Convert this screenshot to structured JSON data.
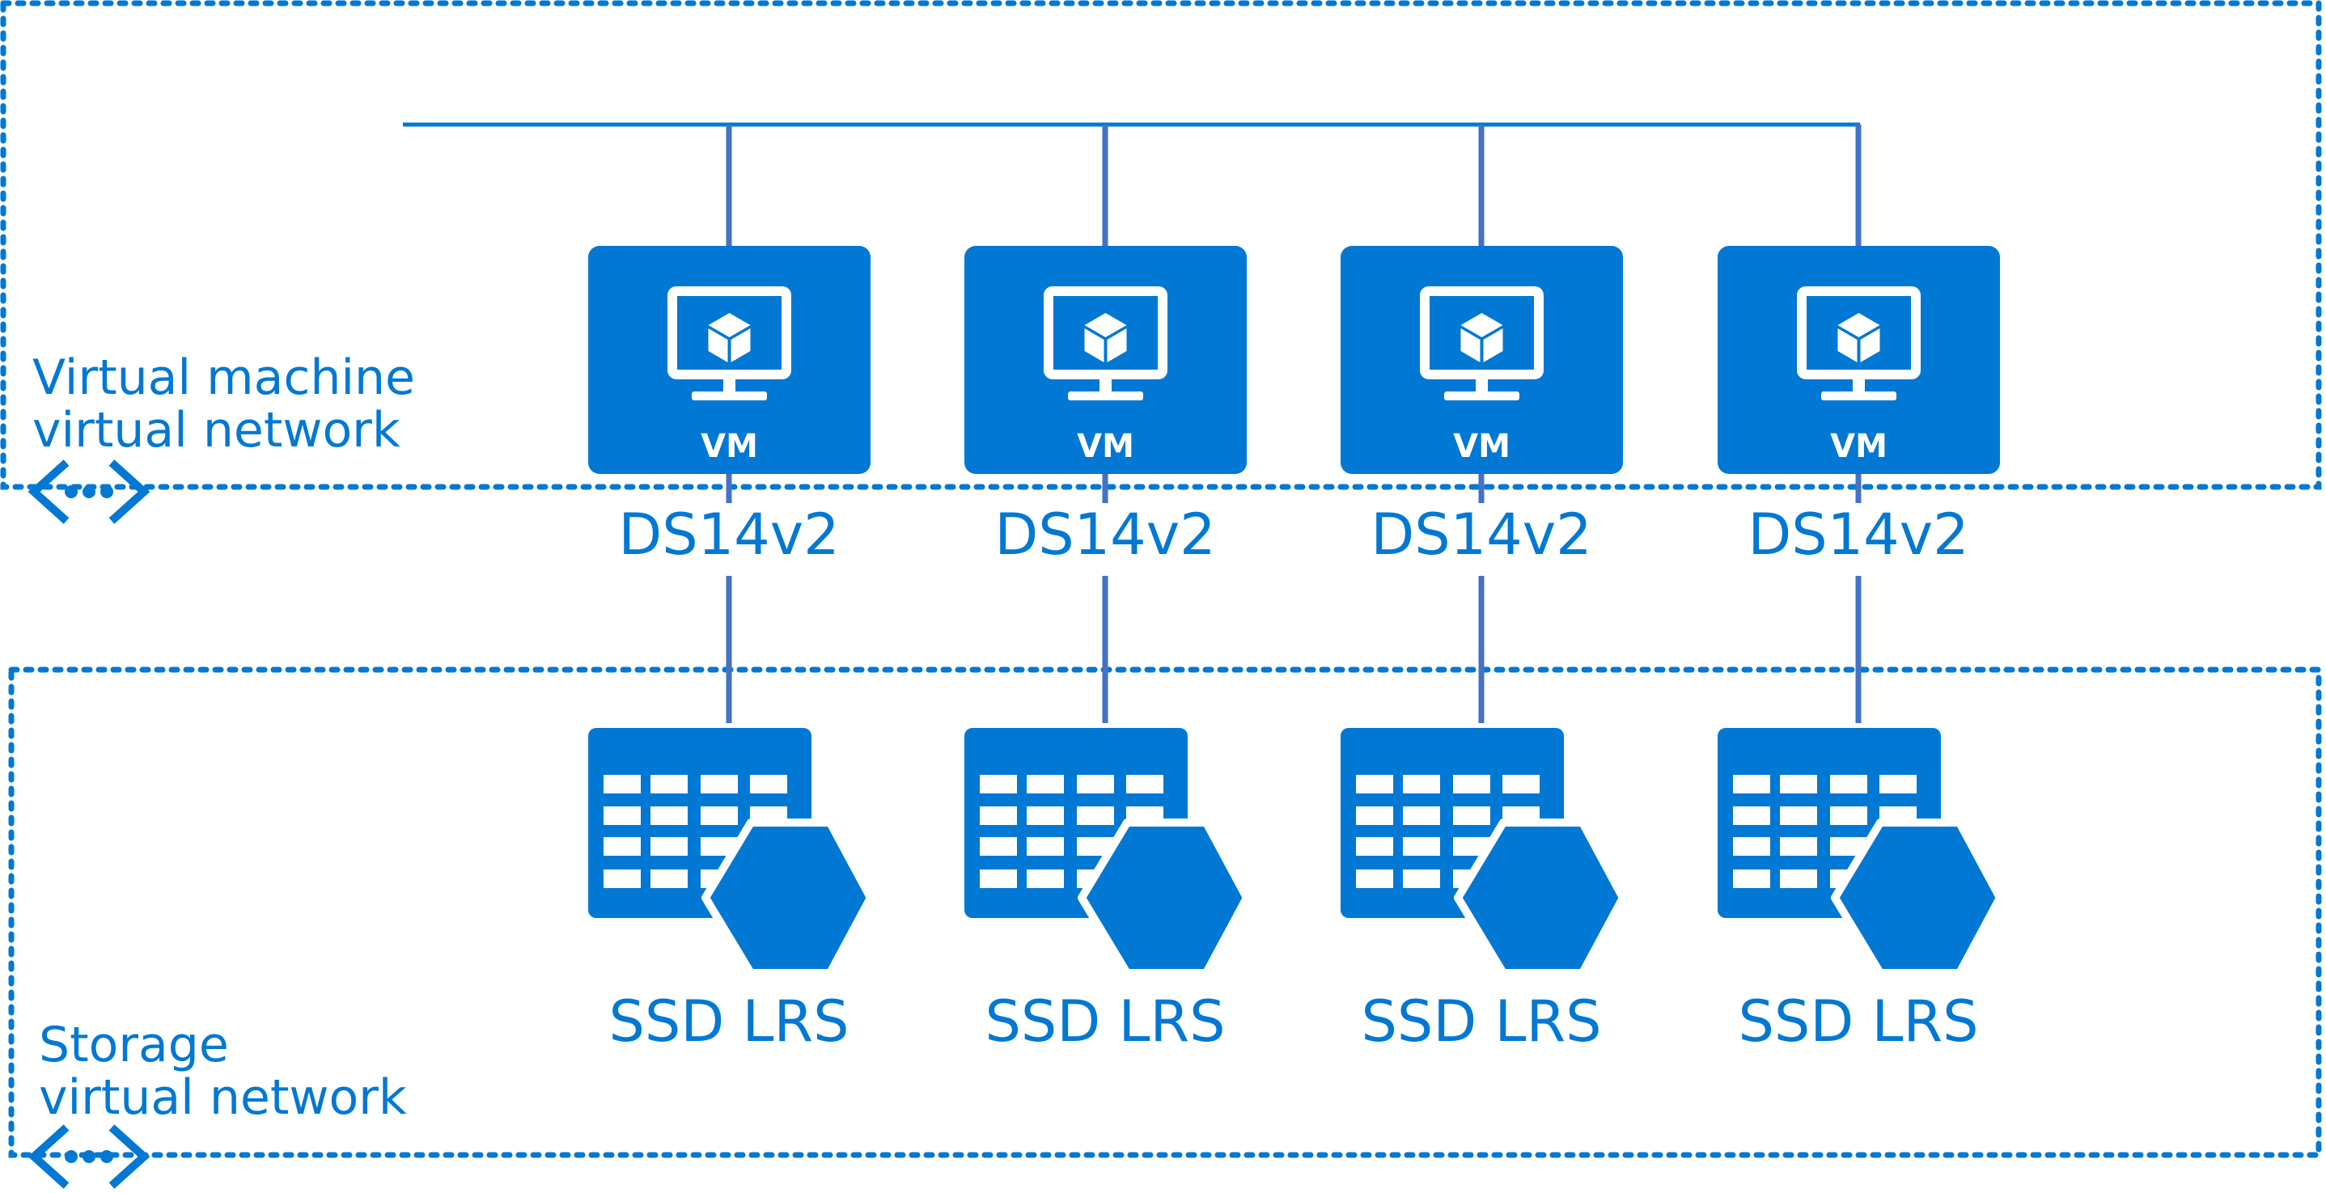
{
  "colors": {
    "brand": "#0078d4",
    "connector": "#4472c4",
    "background": "#ffffff"
  },
  "networks": {
    "vm_network_label": [
      "Virtual machine",
      "virtual network"
    ],
    "storage_network_label": [
      "Storage",
      "virtual network"
    ],
    "icon": "virtual-network-icon"
  },
  "nodes": [
    {
      "vm_label": "VM",
      "size": "DS14v2",
      "disk": "SSD LRS"
    },
    {
      "vm_label": "VM",
      "size": "DS14v2",
      "disk": "SSD LRS"
    },
    {
      "vm_label": "VM",
      "size": "DS14v2",
      "disk": "SSD LRS"
    },
    {
      "vm_label": "VM",
      "size": "DS14v2",
      "disk": "SSD LRS"
    }
  ]
}
